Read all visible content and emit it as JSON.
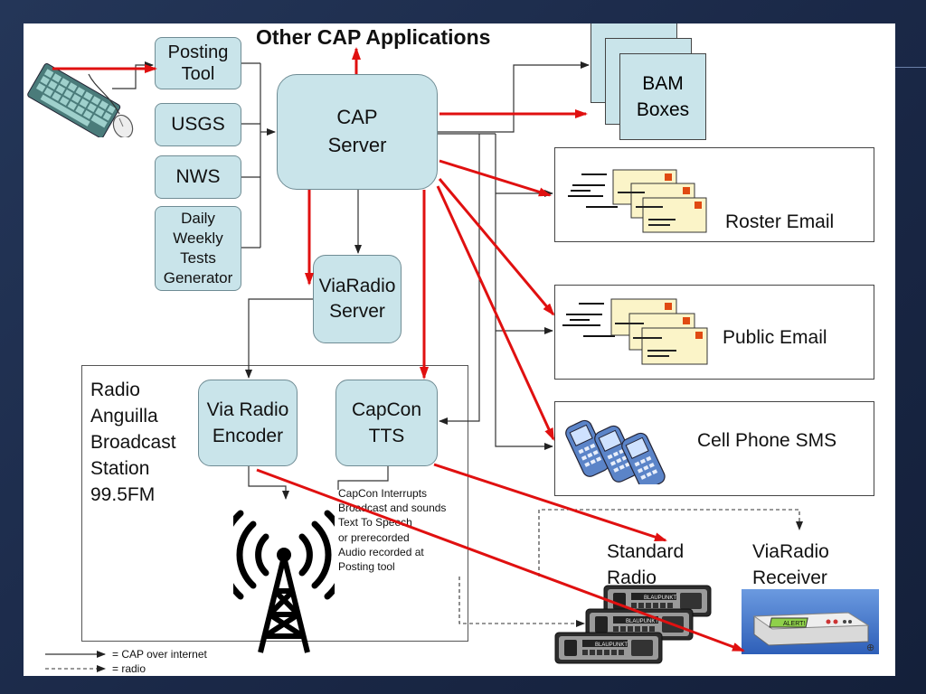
{
  "title": "Other CAP Applications",
  "sources": {
    "posting_tool": "Posting\nTool",
    "usgs": "USGS",
    "nws": "NWS",
    "daily_tests": "Daily\nWeekly\nTests\nGenerator"
  },
  "cap_server": "CAP\nServer",
  "viaradio_server": "ViaRadio\nServer",
  "bam_boxes": "BAM\nBoxes",
  "outputs": {
    "roster_email": "Roster Email",
    "public_email": "Public Email",
    "cell_sms": "Cell Phone SMS"
  },
  "station": {
    "label": "Radio\nAnguilla\nBroadcast\nStation\n99.5FM",
    "encoder": "Via Radio\nEncoder",
    "tts": "CapCon\nTTS",
    "note": "CapCon Interrupts\nBroadcast and sounds\nText To Speech\nor prerecorded\nAudio recorded at\nPosting tool"
  },
  "receivers": {
    "standard": "Standard\nRadio",
    "viaradio": "ViaRadio\nReceiver",
    "alert_display": "ALERT!",
    "radio_brand": "BLAUPUNKT",
    "zoom_glyph": "⊕"
  },
  "legend": {
    "solid": "=   CAP over internet",
    "dashed": "=   radio"
  },
  "colors": {
    "box_fill": "#c9e4ea",
    "arrow_red": "#e01010",
    "line": "#333333"
  }
}
